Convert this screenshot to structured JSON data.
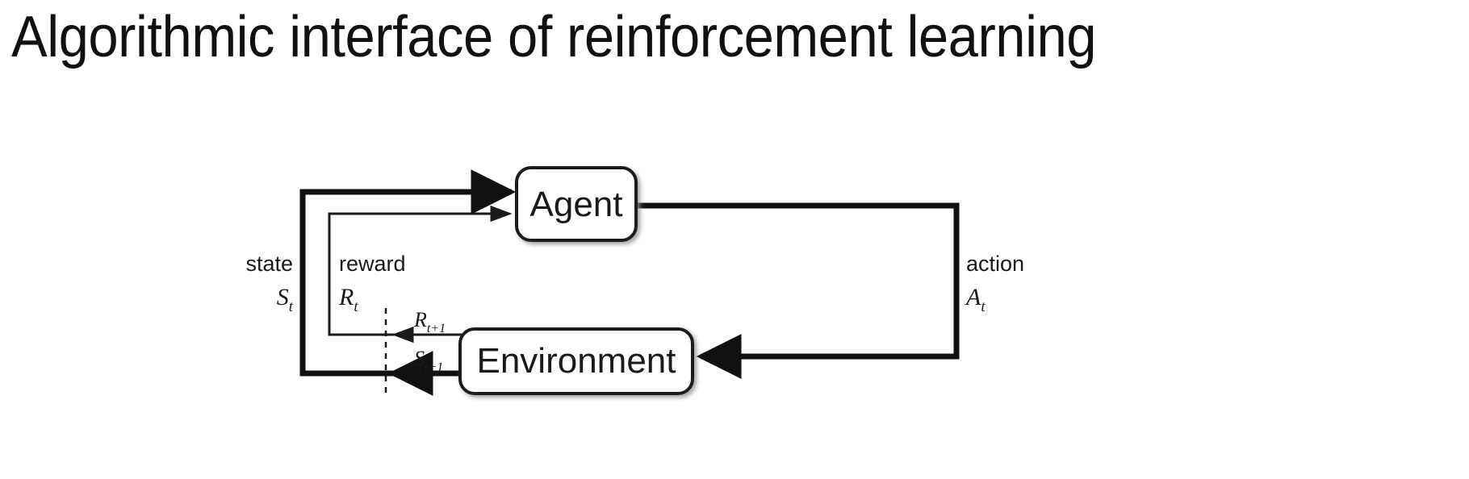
{
  "slide": {
    "title": "Algorithmic interface of reinforcement learning",
    "background_color": "#ffffff",
    "text_color": "#111111"
  },
  "diagram": {
    "name": "agent-environment-interaction-loop",
    "stroke_color": "#1a1a1a",
    "box_fill": "#ffffff",
    "nodes": [
      {
        "id": "agent",
        "label": "Agent"
      },
      {
        "id": "environment",
        "label": "Environment"
      }
    ],
    "labels": {
      "state_word": "state",
      "state_symbol": "S",
      "state_sub": "t",
      "reward_word": "reward",
      "reward_symbol": "R",
      "reward_sub": "t",
      "action_word": "action",
      "action_symbol": "A",
      "action_sub": "t",
      "reward_next_symbol": "R",
      "reward_next_sub": "t+1",
      "state_next_symbol": "S",
      "state_next_sub": "t+1"
    },
    "edges": [
      {
        "id": "state-to-agent",
        "from": "environment",
        "to": "agent",
        "label": "state S_t",
        "weight": "thick"
      },
      {
        "id": "reward-to-agent",
        "from": "environment",
        "to": "agent",
        "label": "reward R_t",
        "weight": "thin"
      },
      {
        "id": "action-to-environment",
        "from": "agent",
        "to": "environment",
        "label": "action A_t",
        "weight": "thick"
      },
      {
        "id": "reward-next-out",
        "from": "environment",
        "to": "time-boundary",
        "label": "R_t+1",
        "weight": "thin"
      },
      {
        "id": "state-next-out",
        "from": "environment",
        "to": "time-boundary",
        "label": "S_t+1",
        "weight": "thick"
      }
    ],
    "time_boundary": {
      "id": "time-step-boundary",
      "style": "dashed-vertical"
    }
  }
}
